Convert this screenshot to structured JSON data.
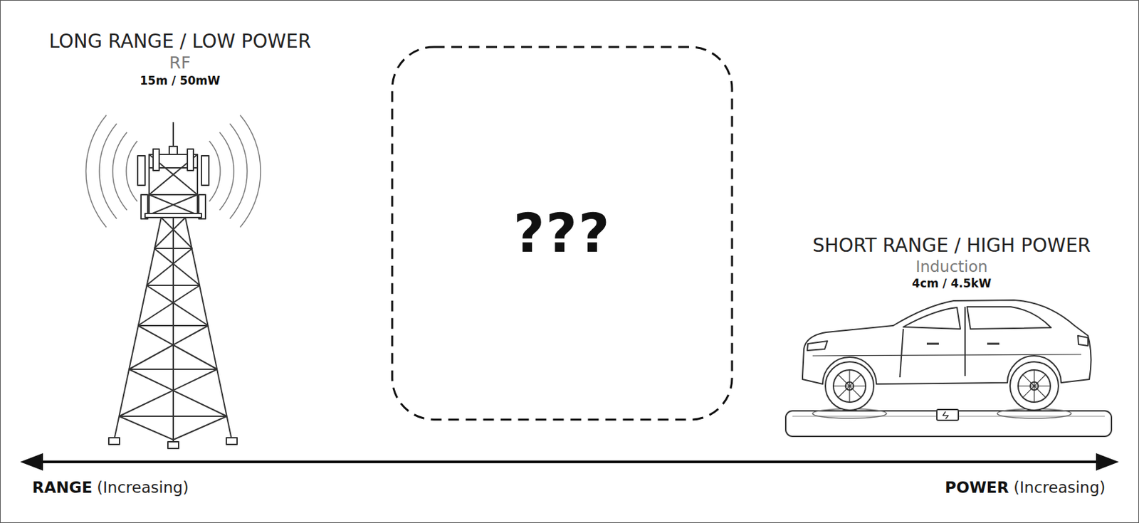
{
  "diagram": {
    "nodes": [
      {
        "text": [
          "???"
        ]
      }
    ],
    "labels": [
      "LONG RANGE / LOW POWER",
      "RF",
      "15m / 50mW",
      "SHORT RANGE / HIGH POWER",
      "Induction",
      "4cm / 4.5kW",
      "RANGE",
      "(Increasing)",
      "POWER",
      "(Increasing)"
    ]
  }
}
